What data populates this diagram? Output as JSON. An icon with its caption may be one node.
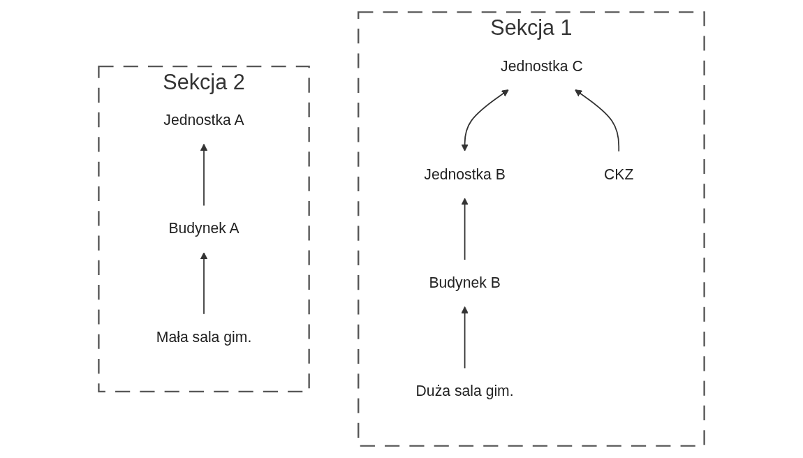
{
  "diagram": {
    "nodes": [
      {
        "text": [
          "Sekcja 1"
        ]
      },
      {
        "text": [
          "Jednostka B"
        ],
        "in": 0
      },
      {
        "text": [
          "Jednostka C"
        ],
        "in": 0
      },
      {
        "text": [
          "Budynek B"
        ],
        "in": 0
      },
      {
        "text": [
          "CKZ"
        ],
        "in": 0
      },
      {
        "text": [
          "Duża sala gim."
        ],
        "in": 0
      },
      {
        "text": [
          "Sekcja 2"
        ]
      },
      {
        "text": [
          "Jednostka A"
        ],
        "in": 6
      },
      {
        "text": [
          "Budynek A"
        ],
        "in": 6
      },
      {
        "text": [
          "Mała sala gim."
        ],
        "in": 6
      }
    ],
    "edges": [
      {
        "from": 1,
        "to": 2,
        "arrow": "both"
      },
      {
        "from": 3,
        "to": 1,
        "arrow": "to"
      },
      {
        "from": 5,
        "to": 3,
        "arrow": "to"
      },
      {
        "from": 4,
        "to": 2,
        "arrow": "to"
      },
      {
        "from": 8,
        "to": 7,
        "arrow": "to"
      },
      {
        "from": 9,
        "to": 8,
        "arrow": "to"
      }
    ]
  }
}
